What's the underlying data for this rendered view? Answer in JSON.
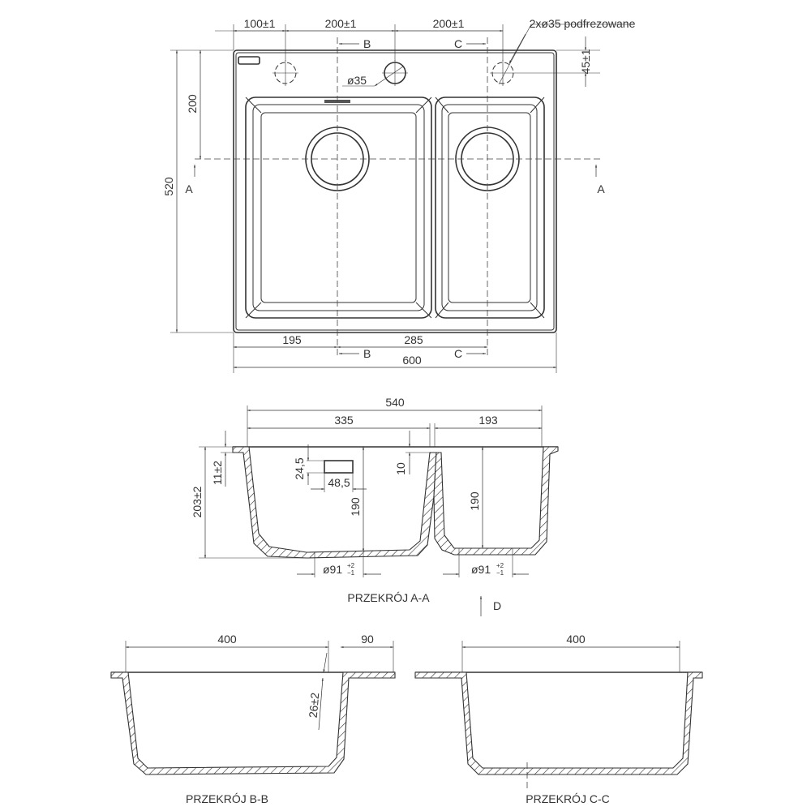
{
  "top_view": {
    "dim_100": "100±1",
    "dim_200a": "200±1",
    "dim_200b": "200±1",
    "holes_note": "2xø35 podfrezowane",
    "hole_dia": "ø35",
    "dim_45": "45±1",
    "dim_200_side": "200",
    "dim_520": "520",
    "dim_195": "195",
    "dim_285": "285",
    "dim_600": "600",
    "section_a": "A",
    "section_b": "B",
    "section_c": "C"
  },
  "section_aa": {
    "dim_540": "540",
    "dim_335": "335",
    "dim_193": "193",
    "dim_203": "203±2",
    "dim_11": "11±2",
    "dim_24_5": "24,5",
    "dim_48_5": "48,5",
    "dim_10": "10",
    "dim_190_left": "190",
    "dim_190_right": "190",
    "drain_left": "ø91",
    "drain_right": "ø91",
    "tol_plus": "+2",
    "tol_minus": "−1",
    "title": "PRZEKRÓJ A-A",
    "view_d": "D"
  },
  "section_bb": {
    "dim_400": "400",
    "dim_90": "90",
    "dim_26": "26±2",
    "title": "PRZEKRÓJ B-B"
  },
  "section_cc": {
    "dim_400": "400",
    "title": "PRZEKRÓJ C-C"
  }
}
